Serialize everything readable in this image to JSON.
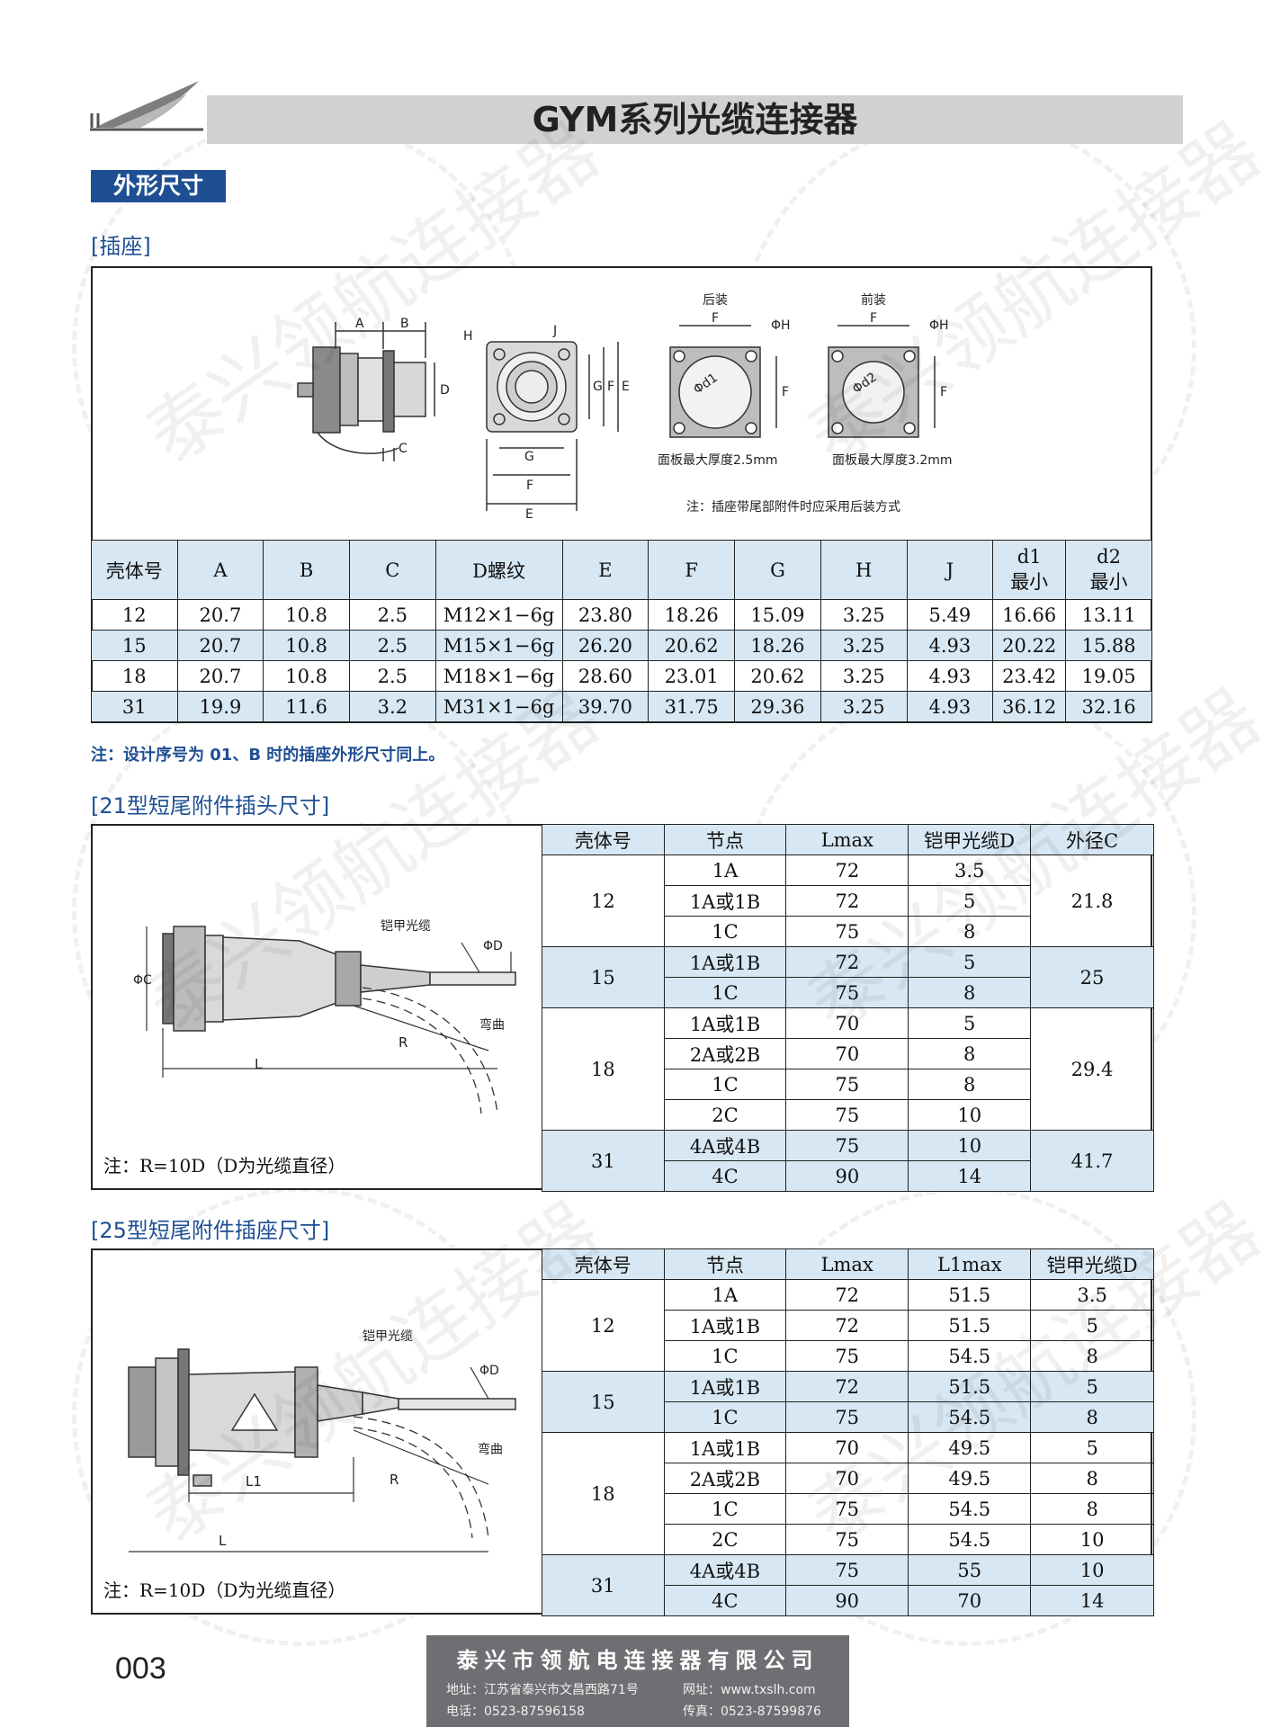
{
  "header": {
    "title": "GYM系列光缆连接器"
  },
  "section_title": "外形尺寸",
  "receptacle": {
    "heading": "[插座]",
    "labels": {
      "rear_mount": "后装",
      "front_mount": "前装",
      "rear_panel_note": "面板最大厚度2.5mm",
      "front_panel_note": "面板最大厚度3.2mm",
      "drawing_note": "注：插座带尾部附件时应采用后装方式"
    },
    "table": {
      "headers": [
        "壳体号",
        "A",
        "B",
        "C",
        "D螺纹",
        "E",
        "F",
        "G",
        "H",
        "J",
        "d1\n最小",
        "d2\n最小"
      ],
      "rows": [
        [
          "12",
          "20.7",
          "10.8",
          "2.5",
          "M12×1−6g",
          "23.80",
          "18.26",
          "15.09",
          "3.25",
          "5.49",
          "16.66",
          "13.11"
        ],
        [
          "15",
          "20.7",
          "10.8",
          "2.5",
          "M15×1−6g",
          "26.20",
          "20.62",
          "18.26",
          "3.25",
          "4.93",
          "20.22",
          "15.88"
        ],
        [
          "18",
          "20.7",
          "10.8",
          "2.5",
          "M18×1−6g",
          "28.60",
          "23.01",
          "20.62",
          "3.25",
          "4.93",
          "23.42",
          "19.05"
        ],
        [
          "31",
          "19.9",
          "11.6",
          "3.2",
          "M31×1−6g",
          "39.70",
          "31.75",
          "29.36",
          "3.25",
          "4.93",
          "36.12",
          "32.16"
        ]
      ]
    },
    "note": "注：设计序号为 01、B 时的插座外形尺寸同上。"
  },
  "plug21": {
    "heading": "[21型短尾附件插头尺寸]",
    "labels": {
      "cable": "铠甲光缆",
      "bend": "弯曲",
      "note": "注：R=10D（D为光缆直径）"
    },
    "headers": [
      "壳体号",
      "节点",
      "Lmax",
      "铠甲光缆D",
      "外径C"
    ],
    "groups": [
      {
        "shell": "12",
        "outer": "21.8",
        "rows": [
          [
            "1A",
            "72",
            "3.5"
          ],
          [
            "1A或1B",
            "72",
            "5"
          ],
          [
            "1C",
            "75",
            "8"
          ]
        ]
      },
      {
        "shell": "15",
        "outer": "25",
        "rows": [
          [
            "1A或1B",
            "72",
            "5"
          ],
          [
            "1C",
            "75",
            "8"
          ]
        ]
      },
      {
        "shell": "18",
        "outer": "29.4",
        "rows": [
          [
            "1A或1B",
            "70",
            "5"
          ],
          [
            "2A或2B",
            "70",
            "8"
          ],
          [
            "1C",
            "75",
            "8"
          ],
          [
            "2C",
            "75",
            "10"
          ]
        ]
      },
      {
        "shell": "31",
        "outer": "41.7",
        "rows": [
          [
            "4A或4B",
            "75",
            "10"
          ],
          [
            "4C",
            "90",
            "14"
          ]
        ]
      }
    ]
  },
  "recep25": {
    "heading": "[25型短尾附件插座尺寸]",
    "labels": {
      "cable": "铠甲光缆",
      "bend": "弯曲",
      "note": "注：R=10D（D为光缆直径）"
    },
    "headers": [
      "壳体号",
      "节点",
      "Lmax",
      "L1max",
      "铠甲光缆D"
    ],
    "groups": [
      {
        "shell": "12",
        "rows": [
          [
            "1A",
            "72",
            "51.5",
            "3.5"
          ],
          [
            "1A或1B",
            "72",
            "51.5",
            "5"
          ],
          [
            "1C",
            "75",
            "54.5",
            "8"
          ]
        ]
      },
      {
        "shell": "15",
        "rows": [
          [
            "1A或1B",
            "72",
            "51.5",
            "5"
          ],
          [
            "1C",
            "75",
            "54.5",
            "8"
          ]
        ]
      },
      {
        "shell": "18",
        "rows": [
          [
            "1A或1B",
            "70",
            "49.5",
            "5"
          ],
          [
            "2A或2B",
            "70",
            "49.5",
            "8"
          ],
          [
            "1C",
            "75",
            "54.5",
            "8"
          ],
          [
            "2C",
            "75",
            "54.5",
            "10"
          ]
        ]
      },
      {
        "shell": "31",
        "rows": [
          [
            "4A或4B",
            "75",
            "55",
            "10"
          ],
          [
            "4C",
            "90",
            "70",
            "14"
          ]
        ]
      }
    ]
  },
  "watermark": "泰兴领航连接器",
  "footer": {
    "page": "003",
    "company": "泰兴市领航电连接器有限公司",
    "address": "地址：江苏省泰兴市文昌西路71号",
    "website": "网址：www.txslh.com",
    "phone": "电话：0523-87596158",
    "fax": "传真：0523-87599876"
  }
}
